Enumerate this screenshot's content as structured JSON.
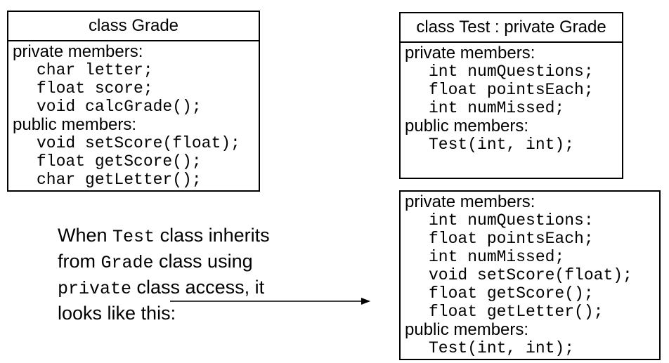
{
  "colors": {
    "ink": "#000000",
    "background": "#ffffff"
  },
  "boxes": {
    "grade": {
      "title": "class Grade",
      "lines": [
        {
          "kind": "label",
          "text": "private members:"
        },
        {
          "kind": "code",
          "text": "char letter;"
        },
        {
          "kind": "code",
          "text": "float score;"
        },
        {
          "kind": "code",
          "text": "void calcGrade();"
        },
        {
          "kind": "label",
          "text": "public members:"
        },
        {
          "kind": "code",
          "text": "void setScore(float);"
        },
        {
          "kind": "code",
          "text": "float getScore();"
        },
        {
          "kind": "code",
          "text": "char getLetter();"
        }
      ]
    },
    "test": {
      "title": "class Test : private Grade",
      "lines": [
        {
          "kind": "label",
          "text": "private members:"
        },
        {
          "kind": "code",
          "text": "int numQuestions;"
        },
        {
          "kind": "code",
          "text": "float pointsEach;"
        },
        {
          "kind": "code",
          "text": "int numMissed;"
        },
        {
          "kind": "label",
          "text": "public members:"
        },
        {
          "kind": "code",
          "text": "Test(int, int);"
        }
      ]
    },
    "result": {
      "lines": [
        {
          "kind": "label",
          "text": "private members:"
        },
        {
          "kind": "code",
          "text": "int numQuestions:"
        },
        {
          "kind": "code",
          "text": "float pointsEach;"
        },
        {
          "kind": "code",
          "text": "int numMissed;"
        },
        {
          "kind": "code",
          "text": "void setScore(float);"
        },
        {
          "kind": "code",
          "text": "float getScore();"
        },
        {
          "kind": "code",
          "text": "float getLetter();"
        },
        {
          "kind": "label",
          "text": "public members:"
        },
        {
          "kind": "code",
          "text": "Test(int, int);"
        }
      ]
    }
  },
  "explanation": {
    "lines": [
      [
        {
          "f": "sans",
          "t": "When "
        },
        {
          "f": "mono",
          "t": "Test"
        },
        {
          "f": "sans",
          "t": " class inherits"
        }
      ],
      [
        {
          "f": "sans",
          "t": "from "
        },
        {
          "f": "mono",
          "t": "Grade"
        },
        {
          "f": "sans",
          "t": " class using"
        }
      ],
      [
        {
          "f": "mono",
          "t": "private"
        },
        {
          "f": "sans",
          "t": " class access, it"
        }
      ],
      [
        {
          "f": "sans",
          "t": "looks like this:"
        }
      ]
    ]
  }
}
